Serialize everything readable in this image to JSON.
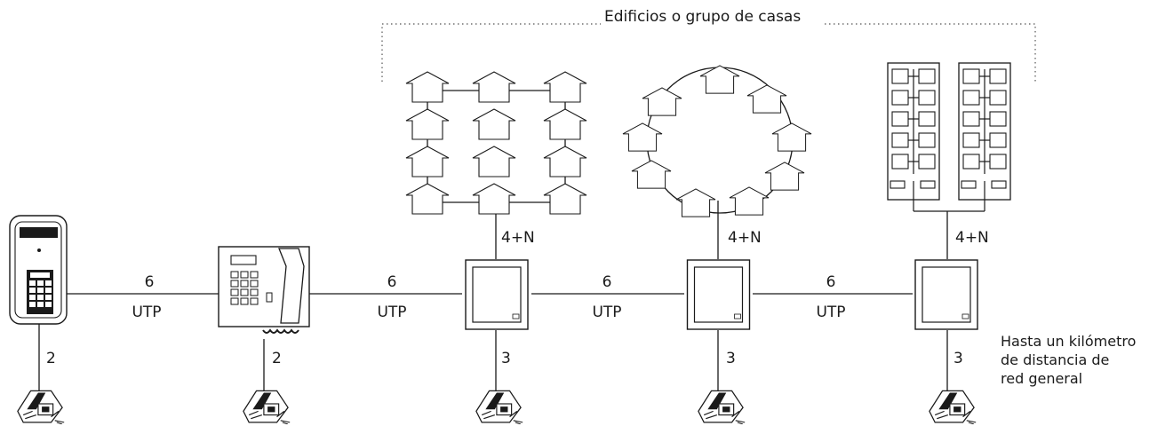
{
  "diagram": {
    "group_title": "Edificios o grupo de casas",
    "link_labels": [
      {
        "count": "6",
        "cable": "UTP"
      },
      {
        "count": "6",
        "cable": "UTP"
      },
      {
        "count": "6",
        "cable": "UTP"
      },
      {
        "count": "6",
        "cable": "UTP"
      }
    ],
    "riser_labels": [
      "4+N",
      "4+N",
      "4+N"
    ],
    "drop_labels": [
      "2",
      "2",
      "3",
      "3",
      "3"
    ],
    "note_lines": [
      "Hasta un kilómetro",
      "de distancia de",
      "red general"
    ]
  },
  "colors": {
    "line": "#1a1a1a",
    "dotted": "#555555"
  },
  "icons": [
    "door-entry-panel-icon",
    "concierge-desk-phone-icon",
    "distributor-box-icon",
    "power-supply-icon",
    "house-icon",
    "apartment-building-icon"
  ]
}
